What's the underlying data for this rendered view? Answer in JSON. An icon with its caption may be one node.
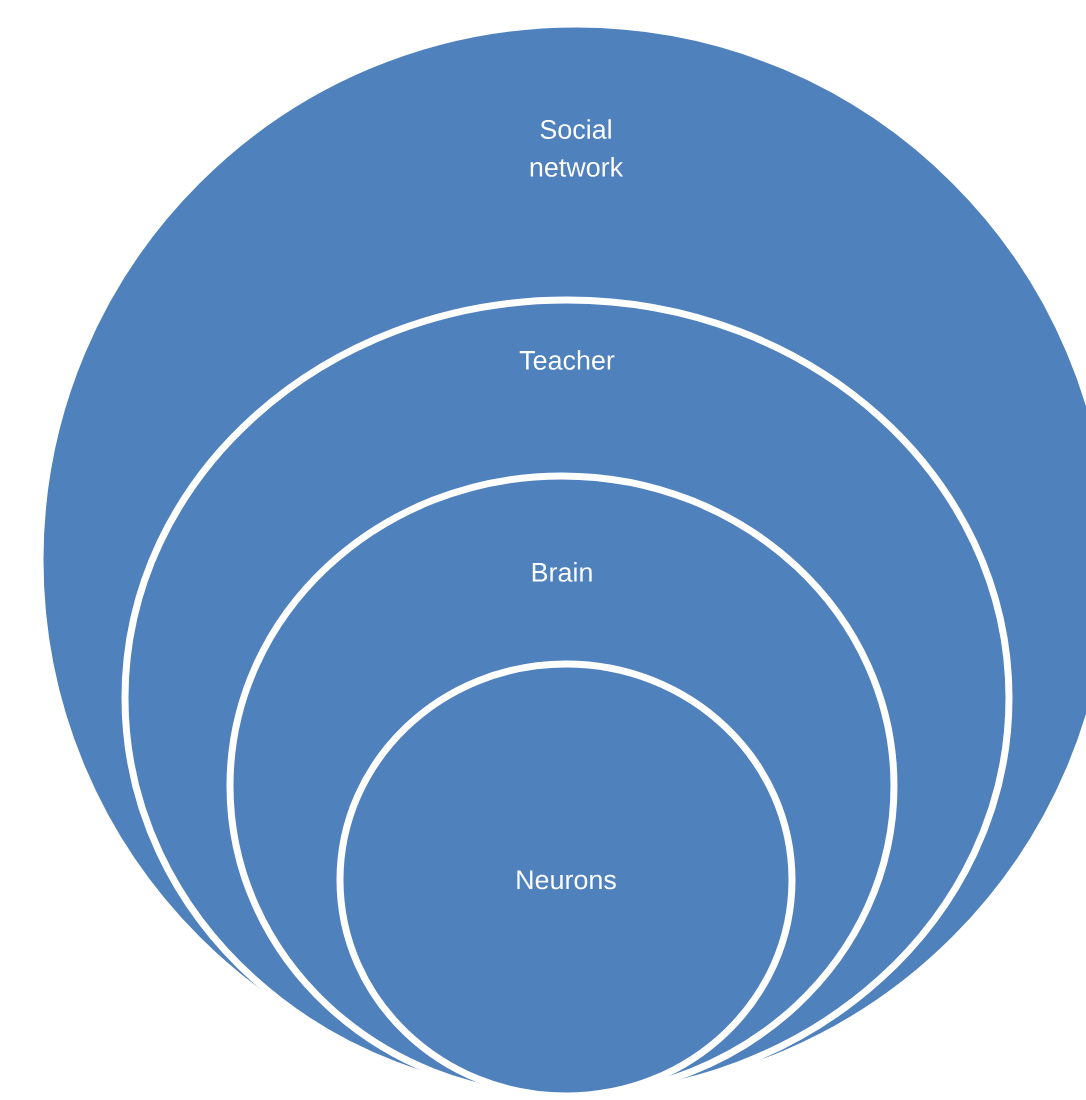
{
  "diagram": {
    "nodes": [
      {
        "text": [
          "Social network"
        ]
      },
      {
        "text": [
          "Teacher"
        ],
        "in": 0
      },
      {
        "text": [
          "Brain"
        ],
        "in": 1
      },
      {
        "text": [
          "Neurons"
        ],
        "in": 2
      }
    ]
  }
}
